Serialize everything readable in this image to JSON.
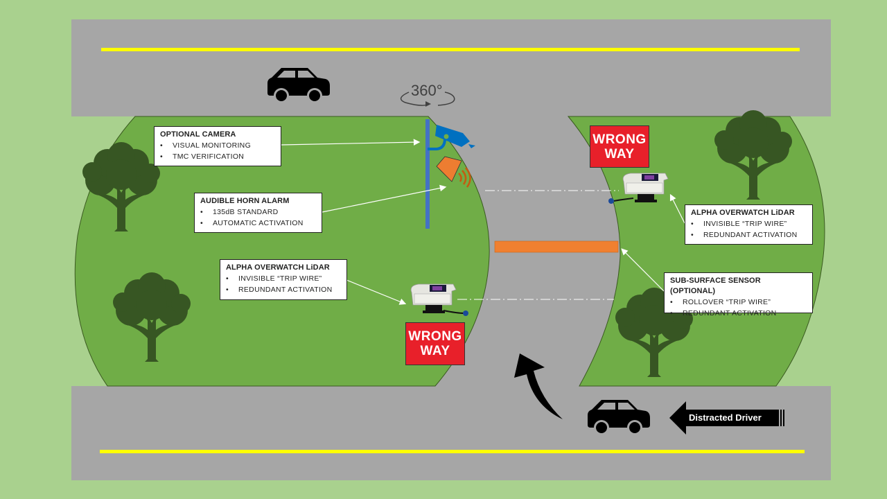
{
  "diagram": {
    "title": "Wrong-Way Driver Detection System Layout",
    "colors": {
      "background_grass": "#a9d18e",
      "median_grass": "#70ad47",
      "road": "#a6a6a6",
      "lane_line": "#ffff00",
      "tree": "#375623",
      "camera_pole": "#4472c4",
      "camera": "#0070c0",
      "horn": "#ed7d31",
      "sub_surface_sensor": "#f08030",
      "sign_red": "#e8202a",
      "car": "#000000"
    },
    "rotation_label": "360°",
    "callouts": [
      {
        "id": "optional-camera",
        "title": "OPTIONAL CAMERA",
        "bullets": [
          "VISUAL MONITORING",
          "TMC VERIFICATION"
        ]
      },
      {
        "id": "audible-horn-alarm",
        "title": "AUDIBLE HORN ALARM",
        "bullets": [
          "135dB STANDARD",
          "AUTOMATIC ACTIVATION"
        ]
      },
      {
        "id": "lidar-left",
        "title": "ALPHA OVERWATCH LiDAR",
        "bullets": [
          "INVISIBLE “TRIP WIRE”",
          "REDUNDANT ACTIVATION"
        ]
      },
      {
        "id": "lidar-right",
        "title": "ALPHA OVERWATCH LiDAR",
        "bullets": [
          "INVISIBLE “TRIP WIRE”",
          "REDUNDANT ACTIVATION"
        ]
      },
      {
        "id": "sub-surface-sensor",
        "title": "SUB-SURFACE SENSOR (OPTIONAL)",
        "bullets": [
          "ROLLOVER “TRIP WIRE”",
          "REDUNDANT ACTIVATION"
        ]
      }
    ],
    "signs": [
      {
        "line1": "WRONG",
        "line2": "WAY"
      },
      {
        "line1": "WRONG",
        "line2": "WAY"
      }
    ],
    "driver_arrow_label": "Distracted Driver",
    "icons": [
      "car-icon",
      "car-icon",
      "tree-icon",
      "security-camera-icon",
      "horn-icon",
      "lidar-sensor-icon",
      "curved-arrow-icon",
      "rotation-arrow-icon"
    ]
  }
}
